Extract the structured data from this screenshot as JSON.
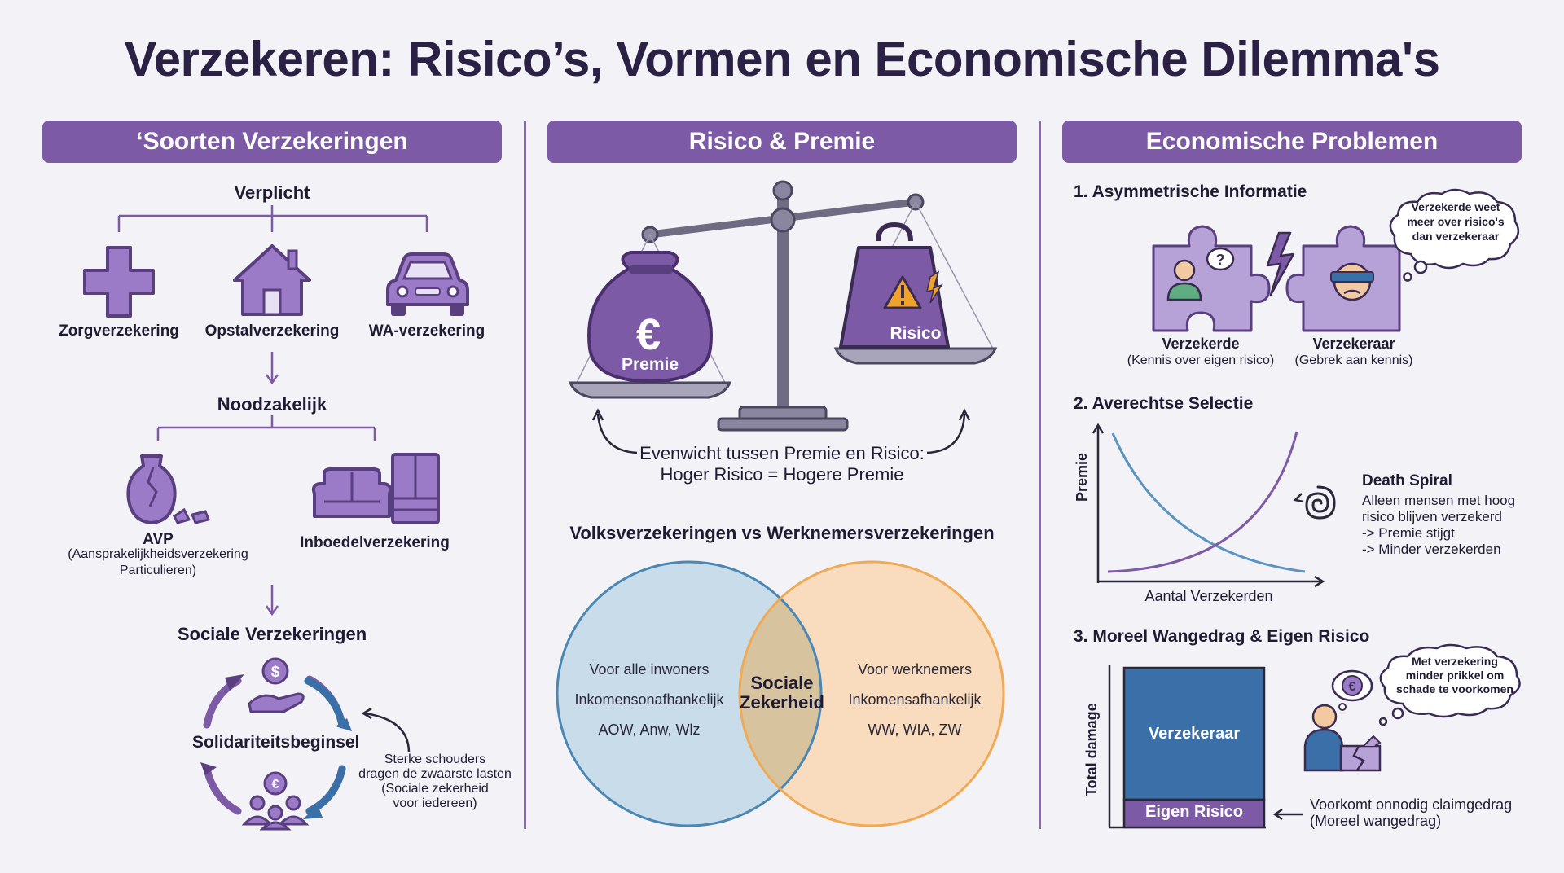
{
  "title": "Verzekeren: Risico’s, Vormen en Economische Dilemma's",
  "colors": {
    "accent": "#7d5aa6",
    "dark": "#2a2145",
    "icon": "#9b7bc7",
    "blue": "#4a87b5",
    "orange": "#f0a955",
    "navy": "#3a6fa8"
  },
  "col1": {
    "header": "‘Soorten Verzekeringen",
    "verplicht": "Verplicht",
    "items_verplicht": [
      {
        "label": "Zorgverzekering",
        "icon": "medical-cross-icon"
      },
      {
        "label": "Opstalverzekering",
        "icon": "house-icon"
      },
      {
        "label": "WA-verzekering",
        "icon": "car-icon"
      }
    ],
    "noodzakelijk": "Noodzakelijk",
    "avp": "AVP",
    "avp_sub1": "(Aansprakelijkheidsverzekering",
    "avp_sub2": "Particulieren)",
    "inboedel": "Inboedelverzekering",
    "sociale": "Sociale Verzekeringen",
    "solidariteit": "Solidariteitsbeginsel",
    "sterke1": "Sterke schouders",
    "sterke2": "dragen de zwaarste lasten",
    "sterke3": "(Sociale zekerheid",
    "sterke4": "voor iedereen)"
  },
  "col2": {
    "header": "Risico & Premie",
    "premie": "Premie",
    "euro": "€",
    "risico": "Risico",
    "caption1": "Evenwicht tussen Premie en Risico:",
    "caption2": "Hoger Risico = Hogere Premie",
    "venn_title": "Volksverzekeringen vs Werknemersverzekeringen",
    "left": [
      "Voor alle inwoners",
      "Inkomensonafhankelijk",
      "AOW, Anw, Wlz"
    ],
    "center1": "Sociale",
    "center2": "Zekerheid",
    "right": [
      "Voor werknemers",
      "Inkomensafhankelijk",
      "WW, WIA, ZW"
    ]
  },
  "col3": {
    "header": "Economische Problemen",
    "p1": "1. Asymmetrische Informatie",
    "bubble1": [
      "Verzekerde weet",
      "meer over risico's",
      "dan verzekeraar"
    ],
    "verzekerde": "Verzekerde",
    "verzekerde_sub": "(Kennis over eigen risico)",
    "verzekeraar": "Verzekeraar",
    "verzekeraar_sub": "(Gebrek aan kennis)",
    "p2": "2. Averechtse Selectie",
    "ylabel2": "Premie",
    "xlabel2": "Aantal Verzekerden",
    "death": "Death Spiral",
    "death_lines": [
      "Alleen mensen met hoog",
      "risico blijven verzekerd",
      "-> Premie stijgt",
      "-> Minder verzekerden"
    ],
    "p3": "3. Moreel Wangedrag & Eigen Risico",
    "bubble3": [
      "Met verzekering",
      "minder prikkel om",
      "schade te voorkomen"
    ],
    "ylabel3": "Total damage",
    "bar_top": "Verzekeraar",
    "bar_bottom": "Eigen Risico",
    "voorkomt1": "Voorkomt onnodig claimgedrag",
    "voorkomt2": "(Moreel wangedrag)"
  }
}
